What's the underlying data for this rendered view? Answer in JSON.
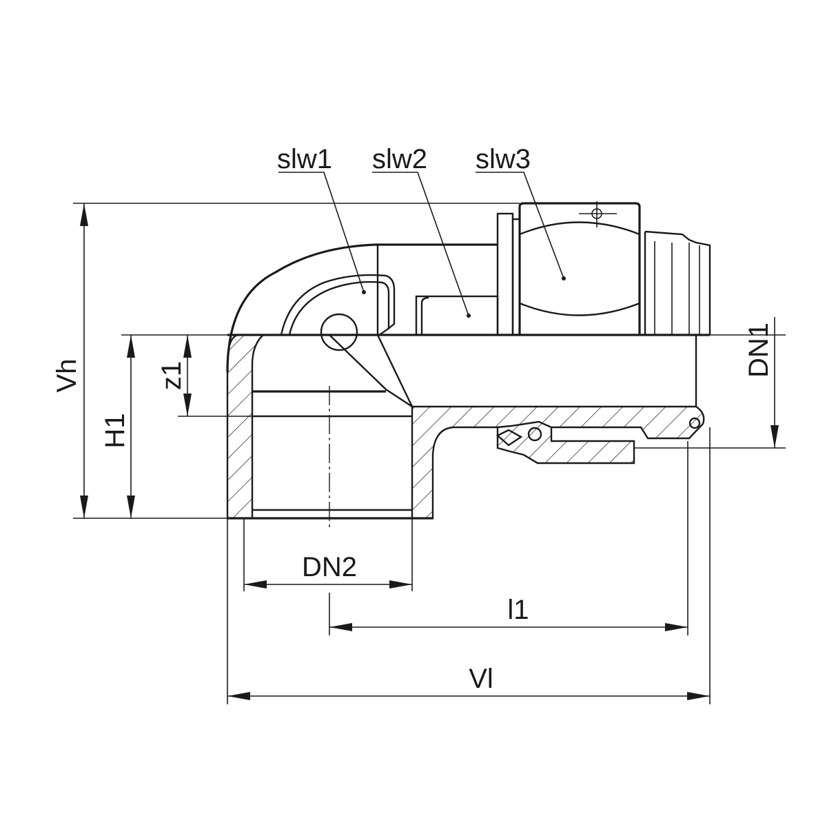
{
  "labels": {
    "slw1": "slw1",
    "slw2": "slw2",
    "slw3": "slw3",
    "vh": "Vh",
    "h1": "H1",
    "z1": "z1",
    "dn1": "DN1",
    "dn2": "DN2",
    "l1": "l1",
    "vl": "Vl"
  }
}
